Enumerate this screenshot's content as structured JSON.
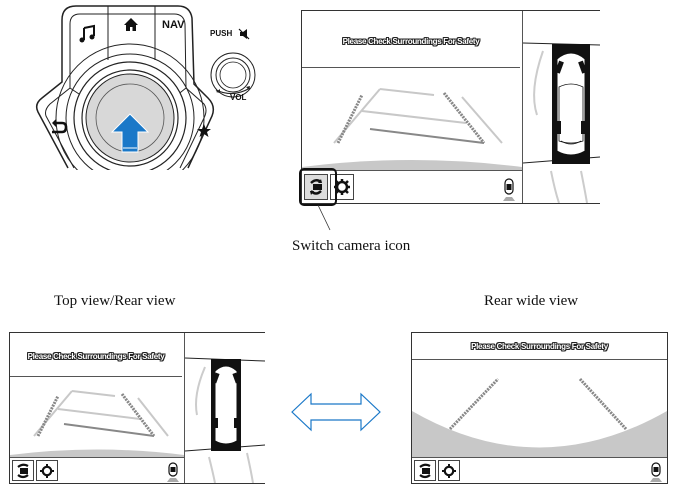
{
  "controller": {
    "buttons": {
      "music": "music-note",
      "home": "home",
      "nav": "NAV",
      "back": "back-arrow",
      "favorite": "star"
    },
    "volume_knob": {
      "push_label": "PUSH",
      "mute_icon": "speaker-mute",
      "vol_label": "VOL"
    },
    "commander_knob": {
      "arrow_direction": "up",
      "arrow_color": "#1a78c8"
    }
  },
  "screens": {
    "main": {
      "message": "Please Check Surroundings For Safety",
      "buttons": [
        {
          "icon": "switch-camera",
          "selected": true
        },
        {
          "icon": "gear",
          "selected": false
        }
      ],
      "view_indicator_icon": "car-rear-view"
    },
    "top_rear": {
      "message": "Please Check Surroundings For Safety",
      "buttons": [
        {
          "icon": "switch-camera",
          "selected": false
        },
        {
          "icon": "gear",
          "selected": false
        }
      ],
      "view_indicator_icon": "car-rear-view"
    },
    "rear_wide": {
      "message": "Please Check Surroundings For Safety",
      "buttons": [
        {
          "icon": "switch-camera",
          "selected": false
        },
        {
          "icon": "gear",
          "selected": false
        }
      ],
      "view_indicator_icon": "car-rear-view"
    }
  },
  "captions": {
    "switch_camera": "Switch camera icon",
    "top_rear_view": "Top view/Rear view",
    "rear_wide_view": "Rear wide view"
  },
  "colors": {
    "accent_blue": "#1a78c8",
    "knob_gray": "#d8d8d8"
  }
}
